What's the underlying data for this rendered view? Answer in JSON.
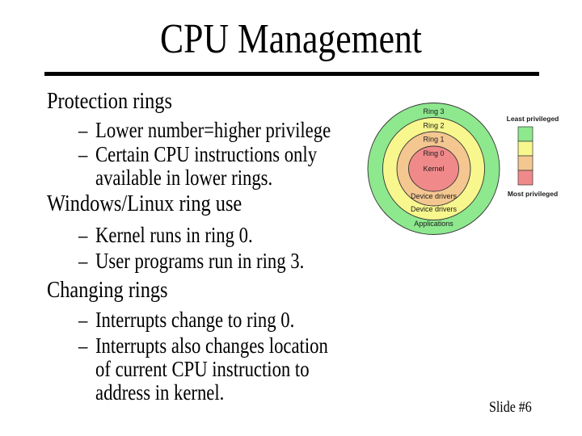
{
  "slide": {
    "title": "CPU Management",
    "page_label": "Slide #6"
  },
  "sections": [
    {
      "heading": "Protection rings",
      "bullet_marker": "–",
      "bullets": [
        "Lower number=higher privilege",
        "Certain CPU instructions only\navailable in lower rings."
      ]
    },
    {
      "heading": "Windows/Linux ring use",
      "bullet_marker": "–",
      "bullets": [
        "Kernel runs in ring 0.",
        "User programs run in ring 3."
      ]
    },
    {
      "heading": "Changing rings",
      "bullet_marker": "–",
      "bullets": [
        "Interrupts change to ring 0.",
        "Interrupts also changes location\nof current CPU instruction to\naddress in kernel."
      ]
    }
  ],
  "diagram": {
    "rings": [
      {
        "name": "Ring 3",
        "bottom_label": "Applications",
        "color": "#8EE88E"
      },
      {
        "name": "Ring 2",
        "bottom_label": "Device drivers",
        "color": "#F7F78E"
      },
      {
        "name": "Ring 1",
        "bottom_label": "Device drivers",
        "color": "#F4C791"
      },
      {
        "name": "Ring 0",
        "center_label": "Kernel",
        "color": "#F08A8A"
      }
    ],
    "outline_color": "#333333",
    "legend": {
      "top_label": "Least privileged",
      "bottom_label": "Most privileged",
      "colors": [
        "#8EE88E",
        "#F7F78E",
        "#F4C791",
        "#F08A8A"
      ]
    }
  }
}
